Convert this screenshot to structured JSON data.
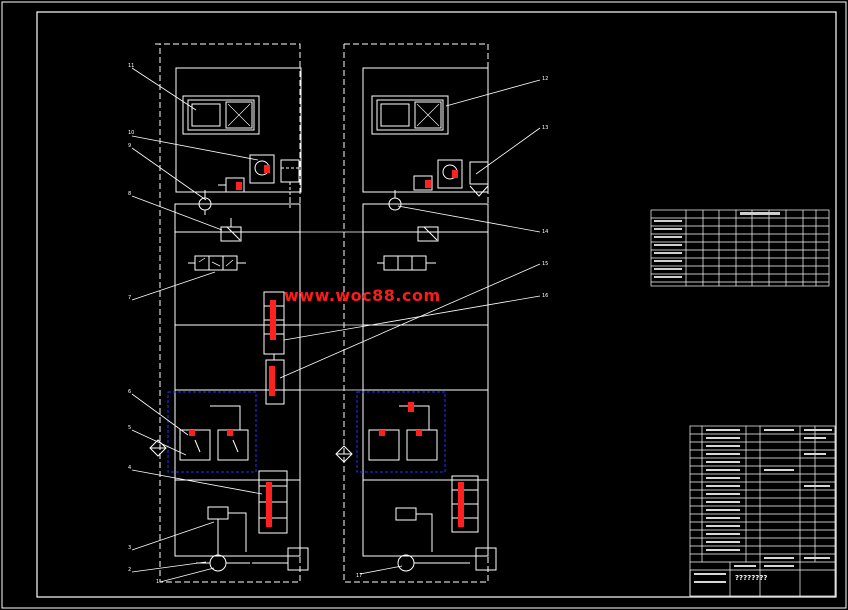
{
  "watermark": "www.woc88.com",
  "title_block_text": "????????",
  "colors": {
    "background": "#000000",
    "line": "#ffffff",
    "border": "#ffffff",
    "dashed": "#ffffff",
    "callout": "#ffffff",
    "highlight": "#ff1a1a",
    "group_box": "#2b2bff",
    "marker": "#ff2020"
  },
  "callouts": [
    {
      "id": "left-1",
      "text": "11"
    },
    {
      "id": "left-2",
      "text": "10"
    },
    {
      "id": "left-3",
      "text": "9"
    },
    {
      "id": "left-4",
      "text": "8"
    },
    {
      "id": "left-5",
      "text": "7"
    },
    {
      "id": "left-6",
      "text": "6"
    },
    {
      "id": "left-7",
      "text": "5"
    },
    {
      "id": "left-8",
      "text": "4"
    },
    {
      "id": "left-9",
      "text": "3"
    },
    {
      "id": "left-10",
      "text": "2"
    },
    {
      "id": "left-11",
      "text": "1"
    },
    {
      "id": "right-1",
      "text": "12"
    },
    {
      "id": "right-2",
      "text": "13"
    },
    {
      "id": "right-3",
      "text": "14"
    },
    {
      "id": "right-4",
      "text": "15"
    },
    {
      "id": "right-5",
      "text": "16"
    },
    {
      "id": "right-6",
      "text": "17"
    }
  ]
}
